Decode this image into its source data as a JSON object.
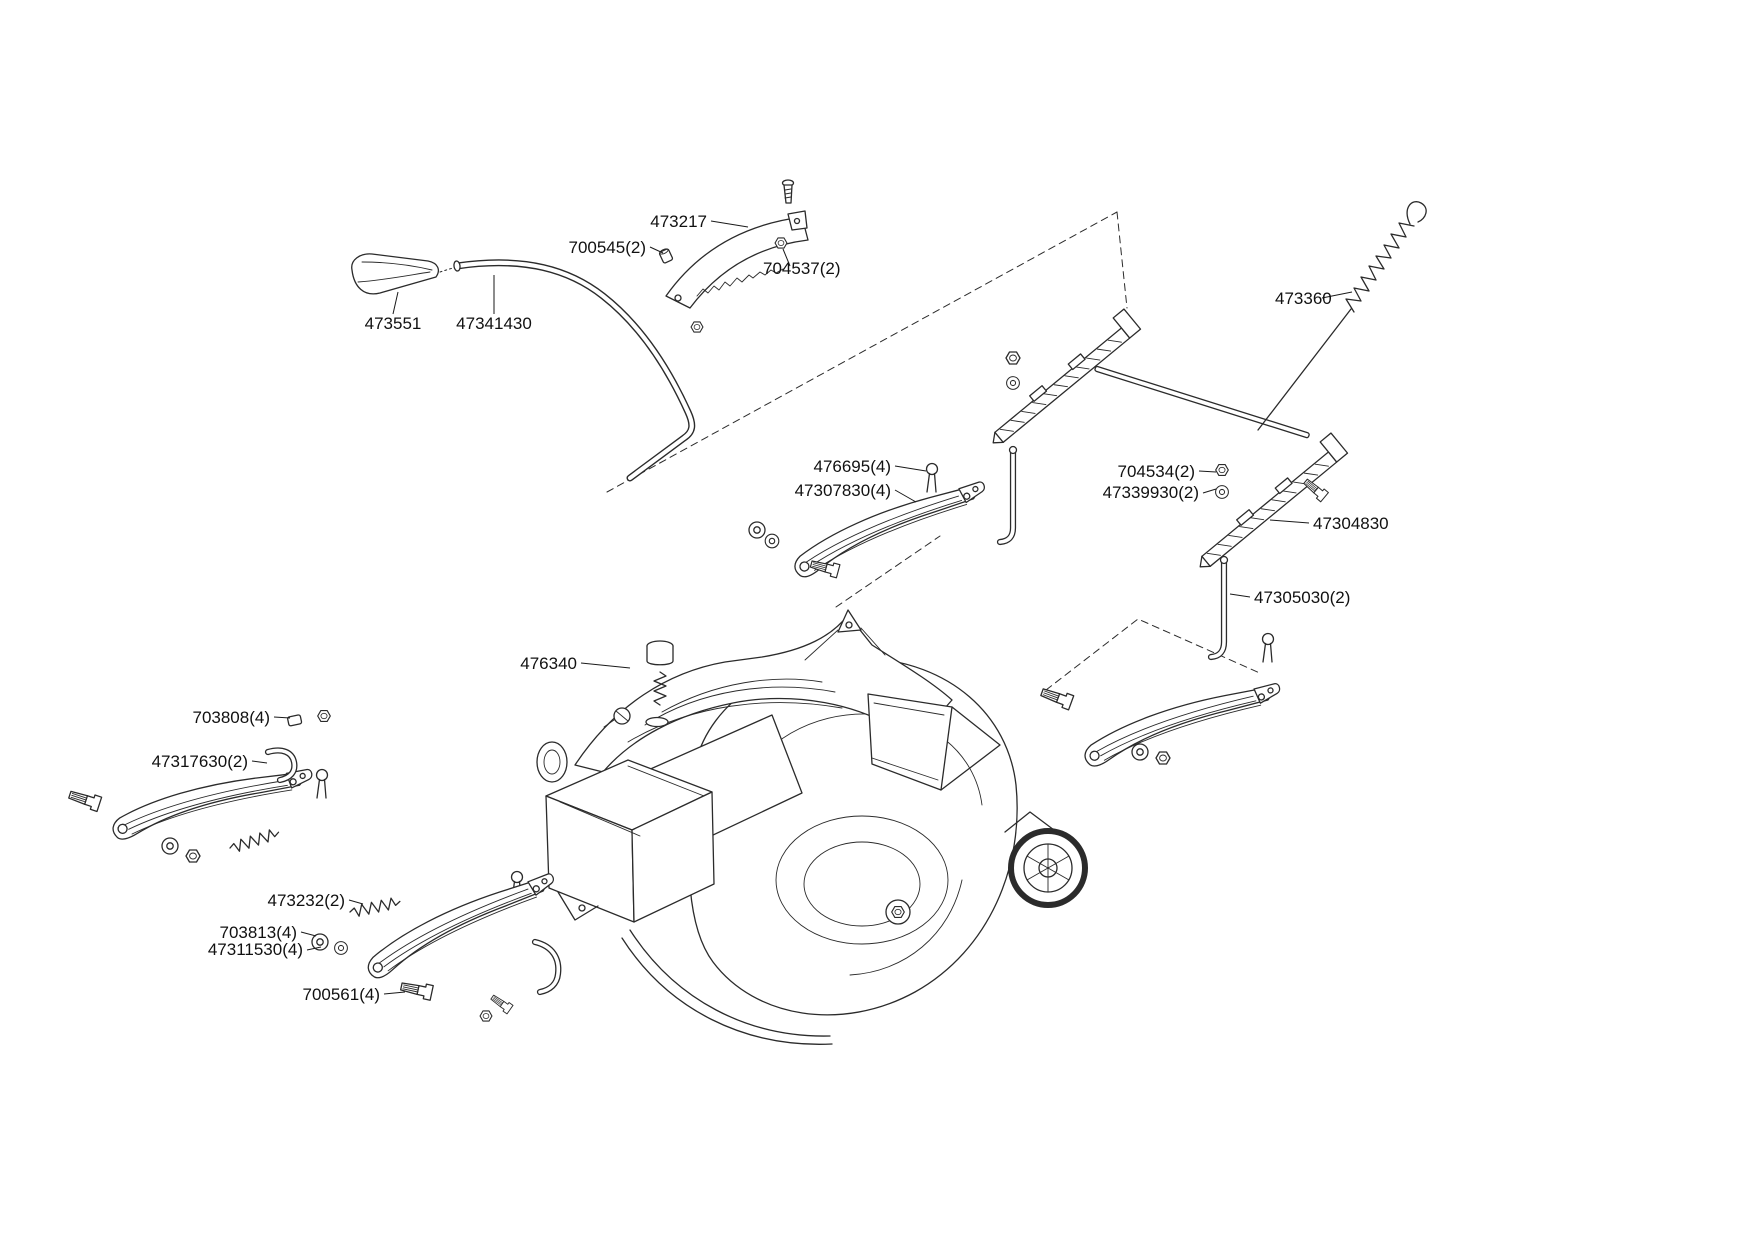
{
  "diagram": {
    "title": "Mower deck exploded parts diagram",
    "colors": {
      "line": "#2b2b2b",
      "label": "#111111",
      "background": "#ffffff"
    },
    "labels": [
      {
        "part": "473217",
        "text": "473217"
      },
      {
        "part": "700545",
        "text": "700545(2)"
      },
      {
        "part": "704537",
        "text": "704537(2)"
      },
      {
        "part": "473551",
        "text": "473551"
      },
      {
        "part": "47341430",
        "text": "47341430"
      },
      {
        "part": "473360",
        "text": "473360"
      },
      {
        "part": "476695",
        "text": "476695(4)"
      },
      {
        "part": "47307830",
        "text": "47307830(4)"
      },
      {
        "part": "704534",
        "text": "704534(2)"
      },
      {
        "part": "47339930",
        "text": "47339930(2)"
      },
      {
        "part": "47304830",
        "text": "47304830"
      },
      {
        "part": "47305030",
        "text": "47305030(2)"
      },
      {
        "part": "476340",
        "text": "476340"
      },
      {
        "part": "703808",
        "text": "703808(4)"
      },
      {
        "part": "47317630",
        "text": "47317630(2)"
      },
      {
        "part": "473232",
        "text": "473232(2)"
      },
      {
        "part": "703813",
        "text": "703813(4)"
      },
      {
        "part": "47311530",
        "text": "47311530(4)"
      },
      {
        "part": "700561",
        "text": "700561(4)"
      }
    ]
  }
}
